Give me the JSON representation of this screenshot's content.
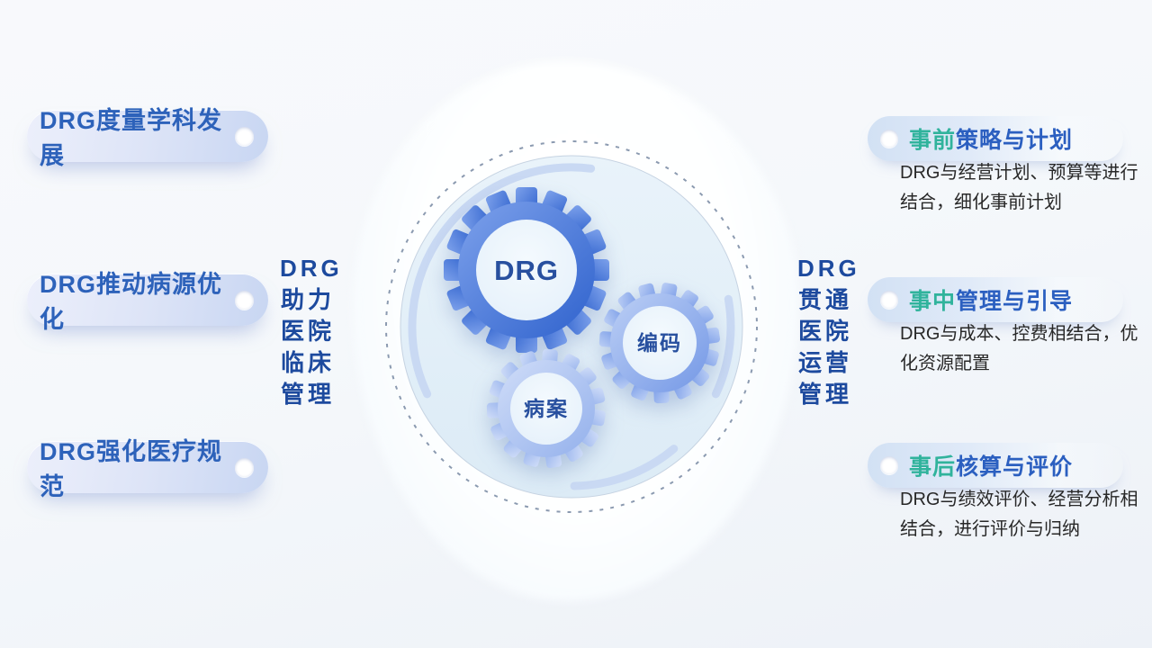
{
  "left_items": [
    {
      "label": "DRG度量学科发展"
    },
    {
      "label": "DRG推动病源优化"
    },
    {
      "label": "DRG强化医疗规范"
    }
  ],
  "left_vertical": {
    "lines": [
      "DRG",
      "助力",
      "医院",
      "临床",
      "管理"
    ]
  },
  "right_vertical": {
    "lines": [
      "DRG",
      "贯通",
      "医院",
      "运营",
      "管理"
    ]
  },
  "center": {
    "gears": [
      {
        "label": "DRG"
      },
      {
        "label": "编码"
      },
      {
        "label": "病案"
      }
    ]
  },
  "right_items": [
    {
      "highlight": "事前",
      "title": "策略与计划",
      "desc": "DRG与经营计划、预算等进行结合，细化事前计划"
    },
    {
      "highlight": "事中",
      "title": "管理与引导",
      "desc": "DRG与成本、控费相结合，优化资源配置"
    },
    {
      "highlight": "事后",
      "title": "核算与评价",
      "desc": "DRG与绩效评价、经营分析相结合，进行评价与归纳"
    }
  ],
  "colors": {
    "accent_blue": "#2b5fc0",
    "teal_highlight": "#30b39c",
    "dark_blue_text": "#1d4a9e",
    "pill_text_blue": "#2d62ba",
    "gear_dark_blue": "#2f62cd",
    "gear_medium_blue": "#7498e6",
    "gear_light_blue": "#93b0ec",
    "gear_label_blue": "#28509f",
    "desc_text": "#282828"
  }
}
